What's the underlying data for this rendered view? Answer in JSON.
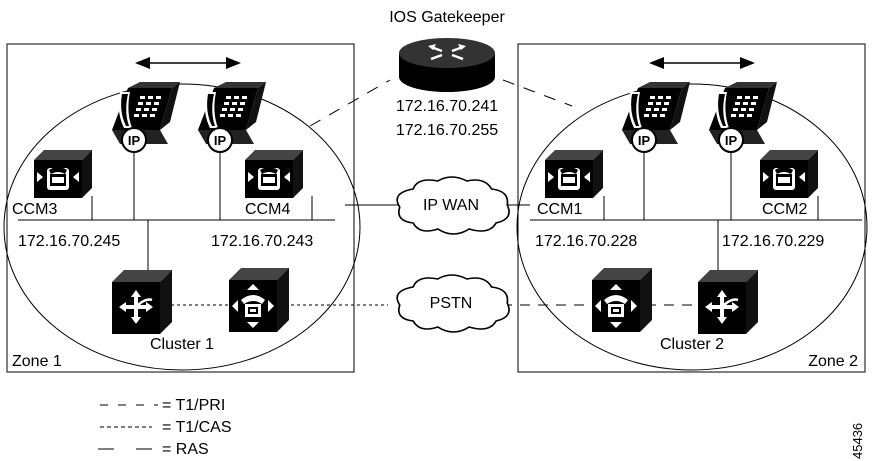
{
  "gatekeeper": {
    "title": "IOS Gatekeeper",
    "ip1": "172.16.70.241",
    "ip2": "172.16.70.255"
  },
  "zone1": {
    "label": "Zone 1",
    "cluster": "Cluster 1",
    "ccm_a": {
      "name": "CCM3",
      "ip": "172.16.70.245"
    },
    "ccm_b": {
      "name": "CCM4",
      "ip": "172.16.70.243"
    }
  },
  "zone2": {
    "label": "Zone 2",
    "cluster": "Cluster 2",
    "ccm_a": {
      "name": "CCM1",
      "ip": "172.16.70.228"
    },
    "ccm_b": {
      "name": "CCM2",
      "ip": "172.16.70.229"
    }
  },
  "clouds": {
    "wan": "IP WAN",
    "pstn": "PSTN"
  },
  "phone_label": "IP",
  "legend": {
    "t1pri": "= T1/PRI",
    "t1cas": "= T1/CAS",
    "ras": "= RAS"
  },
  "figure_id": "45436"
}
